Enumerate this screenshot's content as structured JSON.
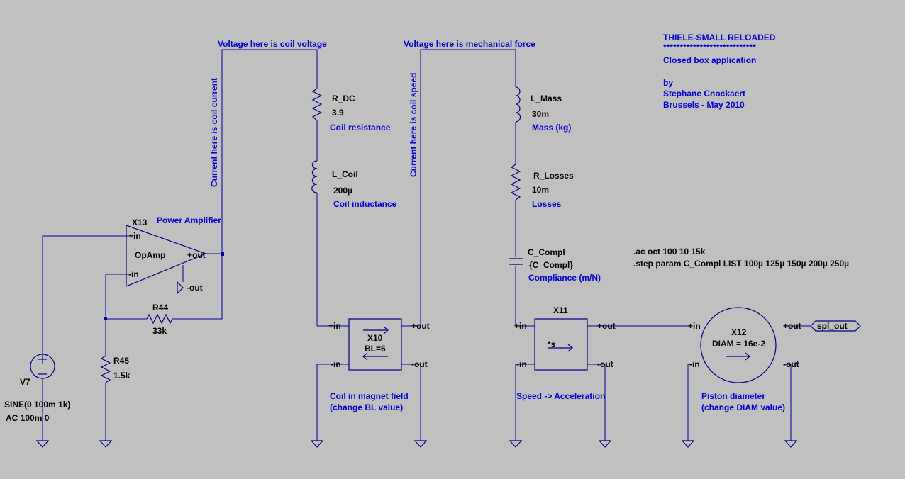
{
  "title_block": {
    "title": "THIELE-SMALL RELOADED",
    "stars": "****************************",
    "subtitle": "Closed box application",
    "by": "by",
    "author": "Stephane Cnockaert",
    "place_date": "Brussels - May 2010"
  },
  "annotations": {
    "coil_voltage": "Voltage here is coil voltage",
    "mech_force": "Voltage here is mechanical force",
    "coil_current": "Current here is coil current",
    "coil_speed": "Current here is coil speed",
    "power_amp": "Power Amplifier",
    "coil_resistance": "Coil resistance",
    "coil_inductance": "Coil inductance",
    "mass": "Mass (kg)",
    "losses": "Losses",
    "compliance": "Compliance (m/N)",
    "magnet1": "Coil in magnet field",
    "magnet2": "(change BL value)",
    "speed_accel": "Speed -> Acceleration",
    "piston1": "Piston diameter",
    "piston2": "(change DIAM value)"
  },
  "directives": {
    "ac": ".ac oct 100 10 15k",
    "step": ".step param C_Compl LIST 100µ 125µ 150µ 200µ 250µ"
  },
  "components": {
    "x13": {
      "name": "X13",
      "type": "OpAmp",
      "pin_in_p": "+in",
      "pin_in_n": "-in",
      "pin_out_p": "+out",
      "pin_out_n": "-out"
    },
    "v7": {
      "name": "V7",
      "value1": "SINE(0 100m 1k)",
      "value2": "AC 100m 0"
    },
    "r44": {
      "name": "R44",
      "value": "33k"
    },
    "r45": {
      "name": "R45",
      "value": "1.5k"
    },
    "r_dc": {
      "name": "R_DC",
      "value": "3.9"
    },
    "l_coil": {
      "name": "L_Coil",
      "value": "200µ"
    },
    "l_mass": {
      "name": "L_Mass",
      "value": "30m"
    },
    "r_losses": {
      "name": "R_Losses",
      "value": "10m"
    },
    "c_compl": {
      "name": "C_Compl",
      "value": "{C_Compl}"
    },
    "x10": {
      "name": "X10",
      "param": "BL=6"
    },
    "x11": {
      "name": "X11",
      "param": "*s"
    },
    "x12": {
      "name": "X12",
      "param": "DIAM = 16e-2"
    },
    "pins": {
      "in_p": "+in",
      "in_n": "-in",
      "out_p": "+out",
      "out_n": "-out"
    },
    "net_label": "spl_out"
  }
}
